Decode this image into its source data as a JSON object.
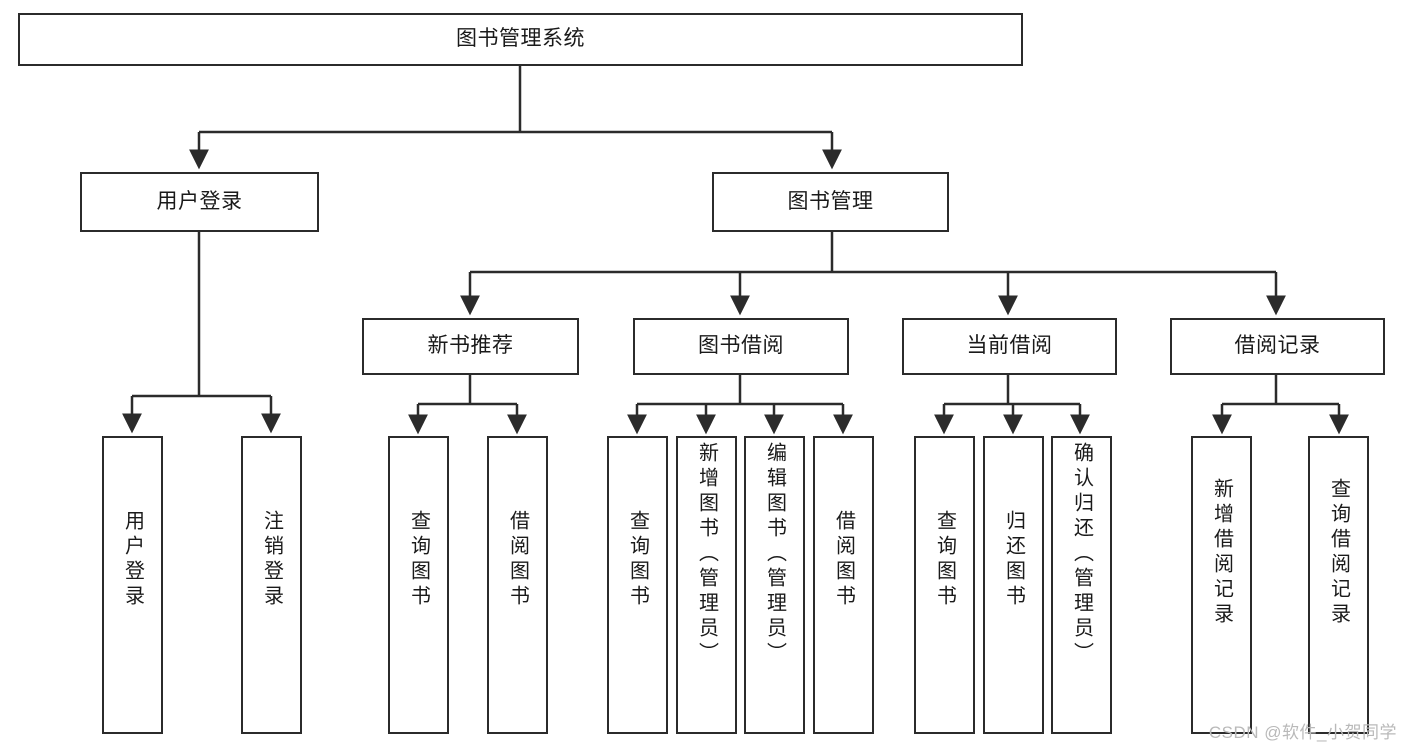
{
  "diagram": {
    "type": "tree-hierarchy-chart",
    "title": "图书管理系统",
    "watermark": "CSDN @软件_小贺同学",
    "colors": {
      "box_border": "#2b2b2b",
      "box_fill": "#ffffff",
      "connector": "#2b2b2b",
      "text": "#1a1a1a",
      "watermark": "#b9b9b9"
    },
    "nodes": {
      "root": {
        "label": "图书管理系统"
      },
      "level2": [
        {
          "label": "用户登录"
        },
        {
          "label": "图书管理"
        }
      ],
      "level3": [
        {
          "label": "新书推荐"
        },
        {
          "label": "图书借阅"
        },
        {
          "label": "当前借阅"
        },
        {
          "label": "借阅记录"
        }
      ],
      "leaves": {
        "user_login": [
          {
            "label": "用户登录"
          },
          {
            "label": "注销登录"
          }
        ],
        "new_book_recommend": [
          {
            "label": "查询图书"
          },
          {
            "label": "借阅图书"
          }
        ],
        "book_borrow": [
          {
            "label": "查询图书"
          },
          {
            "label": "新增图书（管理员）"
          },
          {
            "label": "编辑图书（管理员）"
          },
          {
            "label": "借阅图书"
          }
        ],
        "current_borrow": [
          {
            "label": "查询图书"
          },
          {
            "label": "归还图书"
          },
          {
            "label": "确认归还（管理员）"
          }
        ],
        "borrow_record": [
          {
            "label": "新增借阅记录"
          },
          {
            "label": "查询借阅记录"
          }
        ]
      }
    }
  }
}
